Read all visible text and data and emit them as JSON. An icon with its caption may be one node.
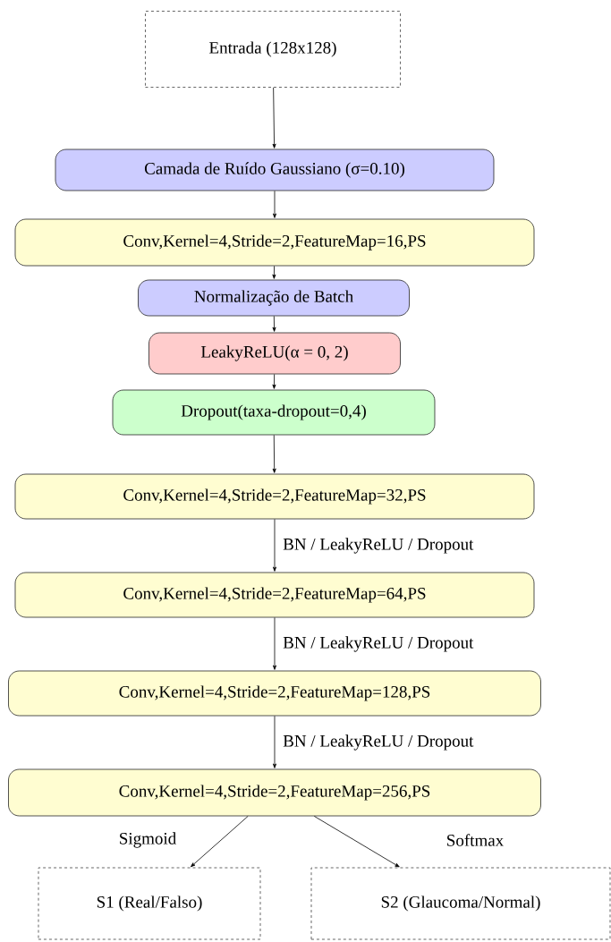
{
  "diagram": {
    "nodes": [
      {
        "text": [
          "Entrada (128x128)"
        ]
      },
      {
        "text": [
          "Camada de Ruído Gaussiano (σ=0.10)"
        ]
      },
      {
        "text": [
          "Conv,Kernel=4,Stride=2,FeatureMap=16,PS"
        ]
      },
      {
        "text": [
          "Normalização de Batch"
        ]
      },
      {
        "text": [
          "LeakyReLU(α = 0, 2)"
        ]
      },
      {
        "text": [
          "Dropout(taxa-dropout=0,4)"
        ]
      },
      {
        "text": [
          "Conv,Kernel=4,Stride=2,FeatureMap=32,PS"
        ]
      },
      {
        "text": [
          "Conv,Kernel=4,Stride=2,FeatureMap=64,PS"
        ]
      },
      {
        "text": [
          "Conv,Kernel=4,Stride=2,FeatureMap=128,PS"
        ]
      },
      {
        "text": [
          "Conv,Kernel=4,Stride=2,FeatureMap=256,PS"
        ]
      },
      {
        "text": [
          "S1 (Real/Falso)"
        ]
      },
      {
        "text": [
          "S2 (Glaucoma/Normal)"
        ]
      }
    ],
    "edges": [
      {
        "from": 0,
        "to": 1,
        "arrow": "to"
      },
      {
        "from": 1,
        "to": 2,
        "arrow": "to"
      },
      {
        "from": 2,
        "to": 3,
        "arrow": "to"
      },
      {
        "from": 3,
        "to": 4,
        "arrow": "to"
      },
      {
        "from": 4,
        "to": 5,
        "arrow": "to"
      },
      {
        "from": 5,
        "to": 6,
        "arrow": "to"
      },
      {
        "from": 6,
        "to": 7,
        "arrow": "to",
        "label": "BN / LeakyReLU / Dropout"
      },
      {
        "from": 7,
        "to": 8,
        "arrow": "to",
        "label": "BN / LeakyReLU / Dropout"
      },
      {
        "from": 8,
        "to": 9,
        "arrow": "to",
        "label": "BN / LeakyReLU / Dropout"
      },
      {
        "from": 9,
        "to": 10,
        "arrow": "to",
        "label": "Sigmoid"
      },
      {
        "from": 9,
        "to": 11,
        "arrow": "to",
        "label": "Softmax"
      }
    ]
  }
}
